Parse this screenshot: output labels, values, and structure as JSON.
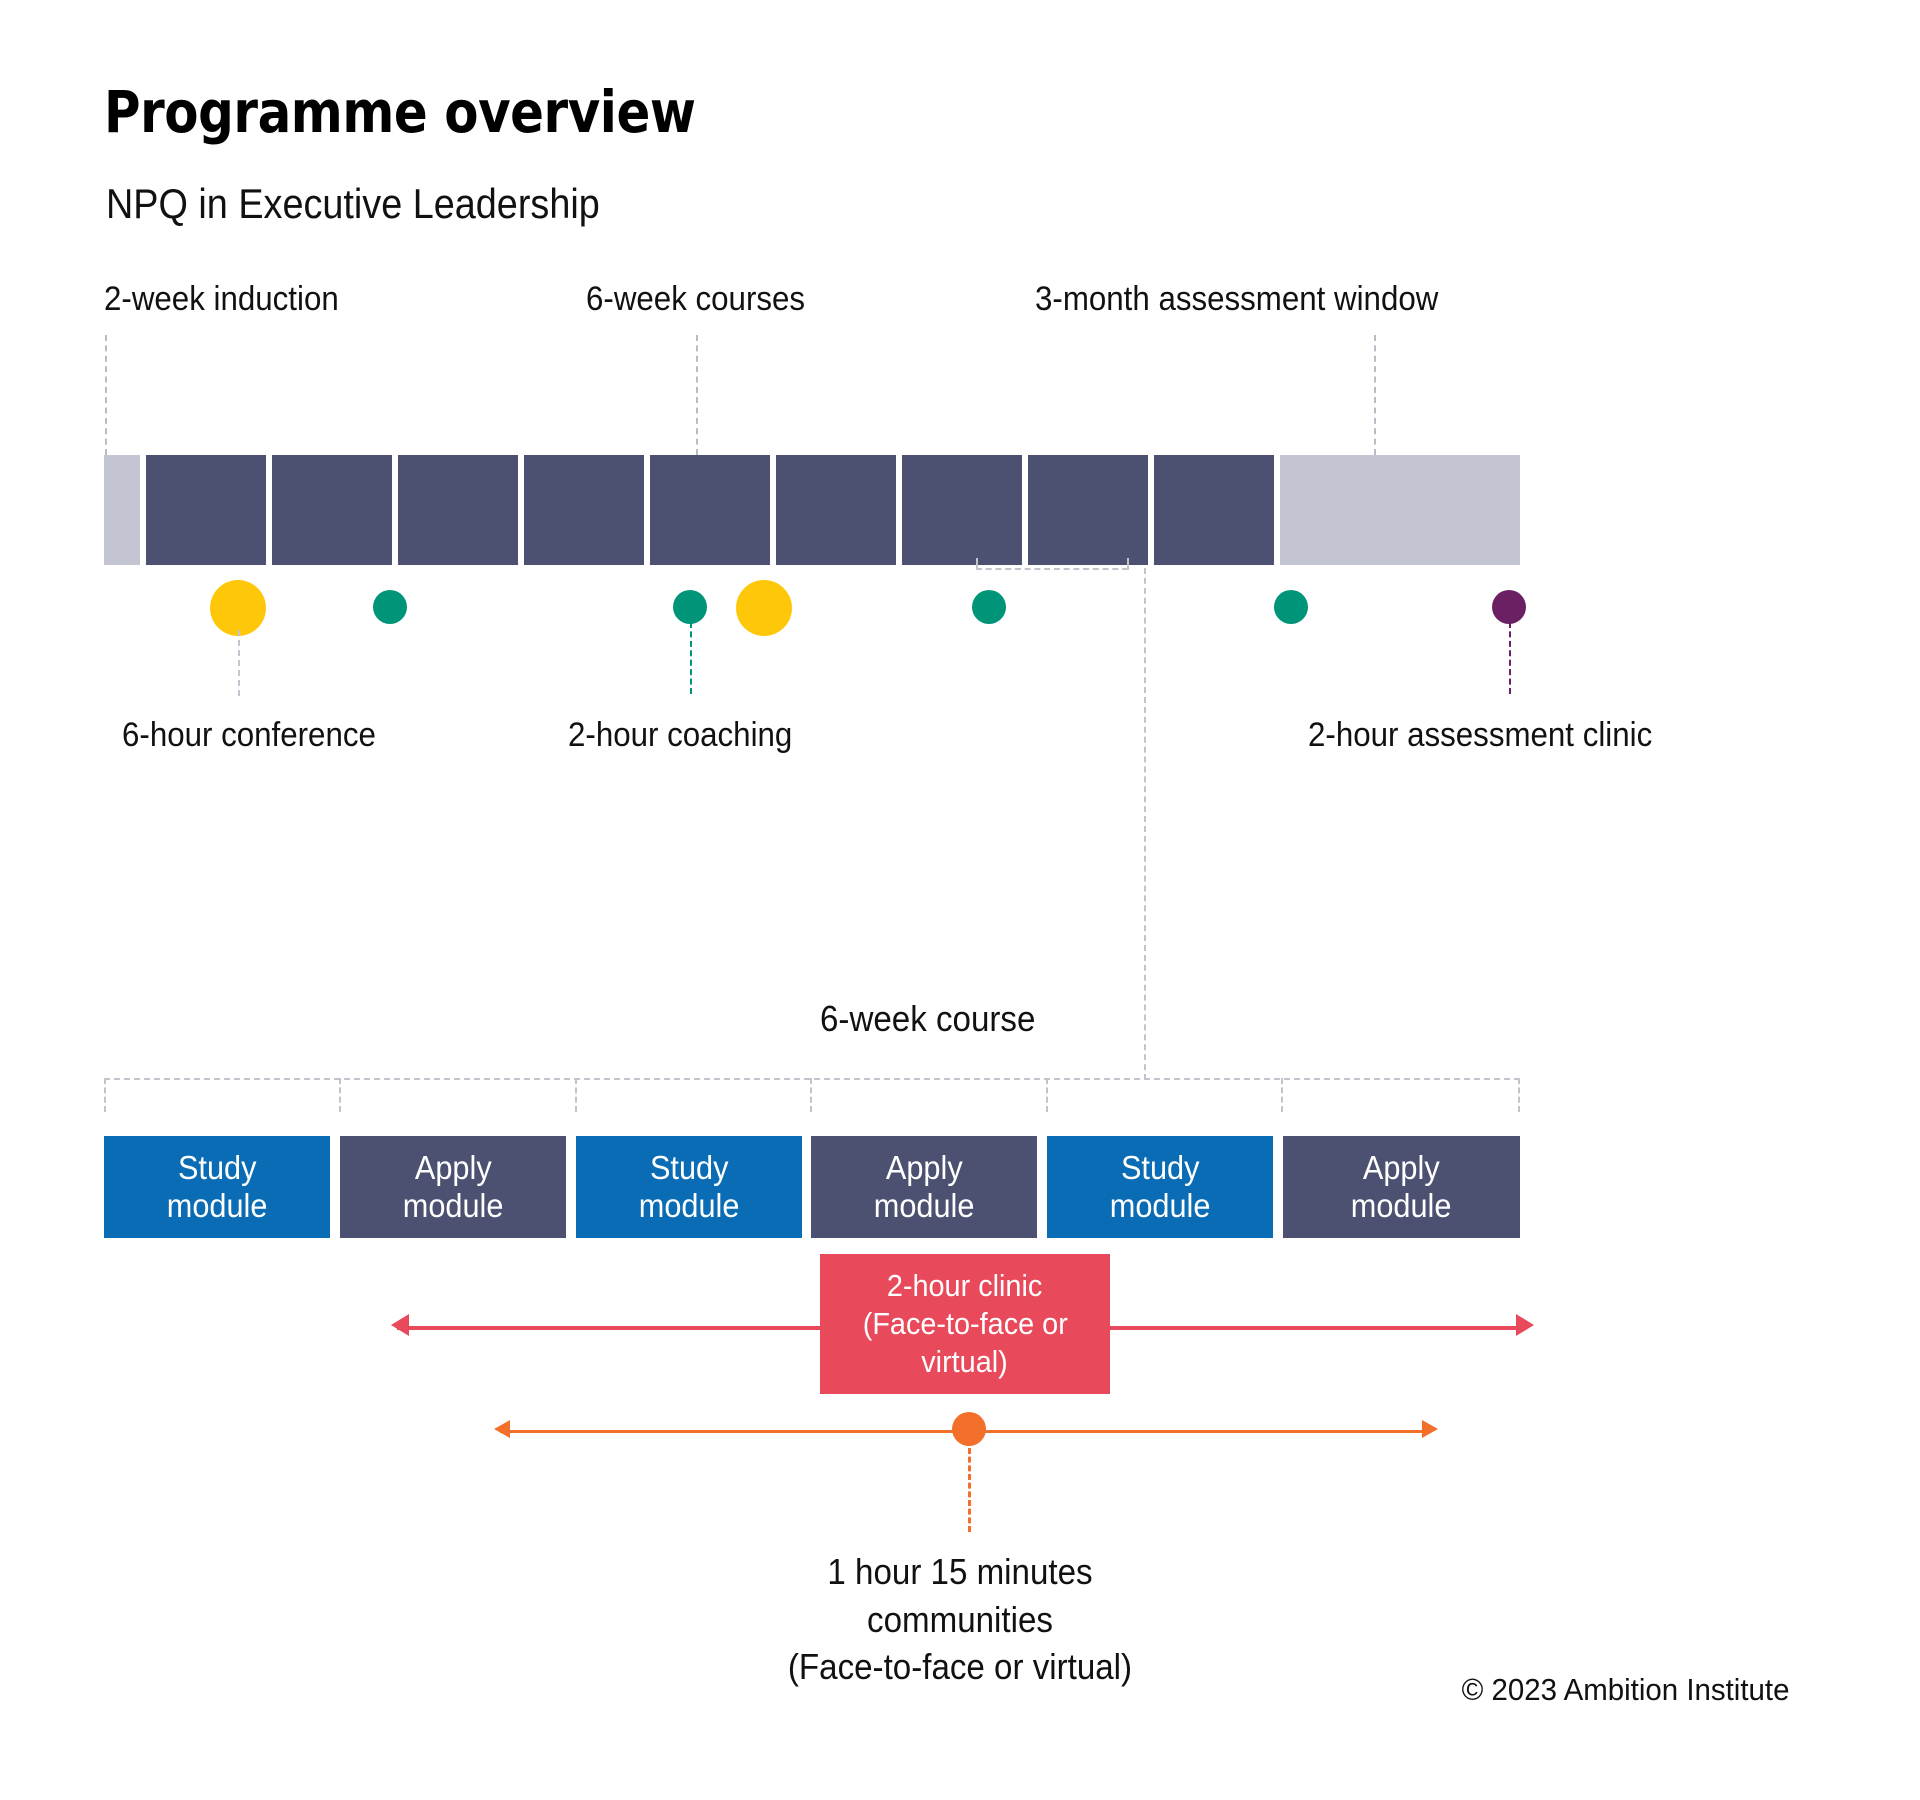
{
  "header": {
    "title": "Programme overview",
    "subtitle": "NPQ in Executive Leadership"
  },
  "colors": {
    "dark_navy": "#4c5171",
    "light_grey": "#c3c6d2",
    "study_blue": "#0a6cb4",
    "conference_yellow": "#ffc709",
    "coaching_teal": "#009478",
    "assessment_purple": "#6b2063",
    "clinic_red": "#e8495b",
    "communities_orange": "#f2702a",
    "dashed_grey": "#c2c4cc"
  },
  "timeline": {
    "labels": [
      {
        "text": "2-week induction",
        "target": "induction-block"
      },
      {
        "text": "6-week courses",
        "target": "course-block"
      },
      {
        "text": "3-month assessment window",
        "target": "assessment-block"
      }
    ],
    "blocks": [
      {
        "kind": "light",
        "name": "induction",
        "span": "2 weeks"
      },
      {
        "kind": "dark",
        "name": "course-1",
        "span": "6 weeks"
      },
      {
        "kind": "dark",
        "name": "course-2",
        "span": "6 weeks"
      },
      {
        "kind": "dark",
        "name": "course-3",
        "span": "6 weeks"
      },
      {
        "kind": "dark",
        "name": "course-4",
        "span": "6 weeks"
      },
      {
        "kind": "dark",
        "name": "course-5",
        "span": "6 weeks"
      },
      {
        "kind": "dark",
        "name": "course-6",
        "span": "6 weeks"
      },
      {
        "kind": "dark",
        "name": "course-7",
        "span": "6 weeks"
      },
      {
        "kind": "dark",
        "name": "course-8",
        "span": "6 weeks"
      },
      {
        "kind": "dark",
        "name": "course-9",
        "span": "6 weeks"
      },
      {
        "kind": "light",
        "name": "assessment-window",
        "span": "3 months"
      }
    ],
    "events": [
      {
        "type": "conference",
        "color": "#ffc709",
        "size": "big",
        "label": "6-hour conference"
      },
      {
        "type": "coaching",
        "color": "#009478",
        "size": "small",
        "label": ""
      },
      {
        "type": "coaching",
        "color": "#009478",
        "size": "small",
        "label": "2-hour coaching"
      },
      {
        "type": "conference",
        "color": "#ffc709",
        "size": "big",
        "label": ""
      },
      {
        "type": "coaching",
        "color": "#009478",
        "size": "small",
        "label": ""
      },
      {
        "type": "coaching",
        "color": "#009478",
        "size": "small",
        "label": ""
      },
      {
        "type": "assessment",
        "color": "#6b2063",
        "size": "small",
        "label": "2-hour assessment clinic"
      }
    ],
    "event_labels": {
      "conference": "6-hour conference",
      "coaching": "2-hour coaching",
      "assessment": "2-hour assessment clinic"
    }
  },
  "detail": {
    "callout_label": "6-week course",
    "modules": [
      {
        "type": "study",
        "line1": "Study",
        "line2": "module"
      },
      {
        "type": "apply",
        "line1": "Apply",
        "line2": "module"
      },
      {
        "type": "study",
        "line1": "Study",
        "line2": "module"
      },
      {
        "type": "apply",
        "line1": "Apply",
        "line2": "module"
      },
      {
        "type": "study",
        "line1": "Study",
        "line2": "module"
      },
      {
        "type": "apply",
        "line1": "Apply",
        "line2": "module"
      }
    ],
    "clinic": {
      "line1": "2-hour clinic",
      "line2": "(Face-to-face or",
      "line3": "virtual)"
    },
    "communities": {
      "line1": "1 hour 15 minutes",
      "line2": "communities",
      "line3": "(Face-to-face or virtual)"
    }
  },
  "footer": {
    "copyright": "© 2023 Ambition Institute"
  }
}
